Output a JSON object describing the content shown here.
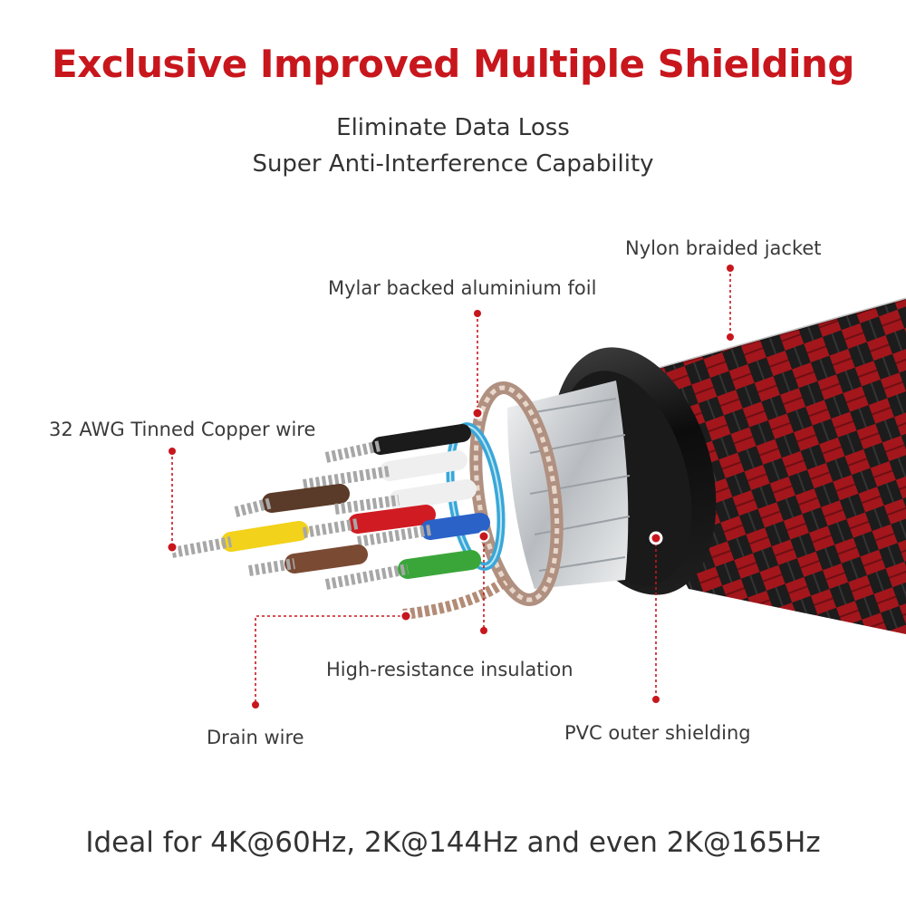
{
  "header": {
    "title": "Exclusive Improved Multiple Shielding",
    "subtitle_line1": "Eliminate Data Loss",
    "subtitle_line2": "Super Anti-Interference Capability"
  },
  "labels": {
    "nylon_jacket": "Nylon braided jacket",
    "mylar_foil": "Mylar backed aluminium foil",
    "copper_wire": "32 AWG Tinned Copper wire",
    "insulation": "High-resistance insulation",
    "drain_wire": "Drain wire",
    "pvc_shielding": "PVC outer shielding"
  },
  "footer": {
    "text": "Ideal for 4K@60Hz, 2K@144Hz and even 2K@165Hz"
  },
  "colors": {
    "accent": "#c8161d",
    "leader": "#c8161d",
    "braid_red": "#a3161c",
    "braid_black": "#1c1c1c",
    "pvc": "#111111",
    "foil": "#d7dadd",
    "insulation_ring": "#39a7d8",
    "wire_colors": [
      "#f0f0f0",
      "#5a3a28",
      "#f2d21b",
      "#d01b22",
      "#2a62c8",
      "#3aa63a",
      "#7a4a33",
      "#cccccc"
    ]
  }
}
